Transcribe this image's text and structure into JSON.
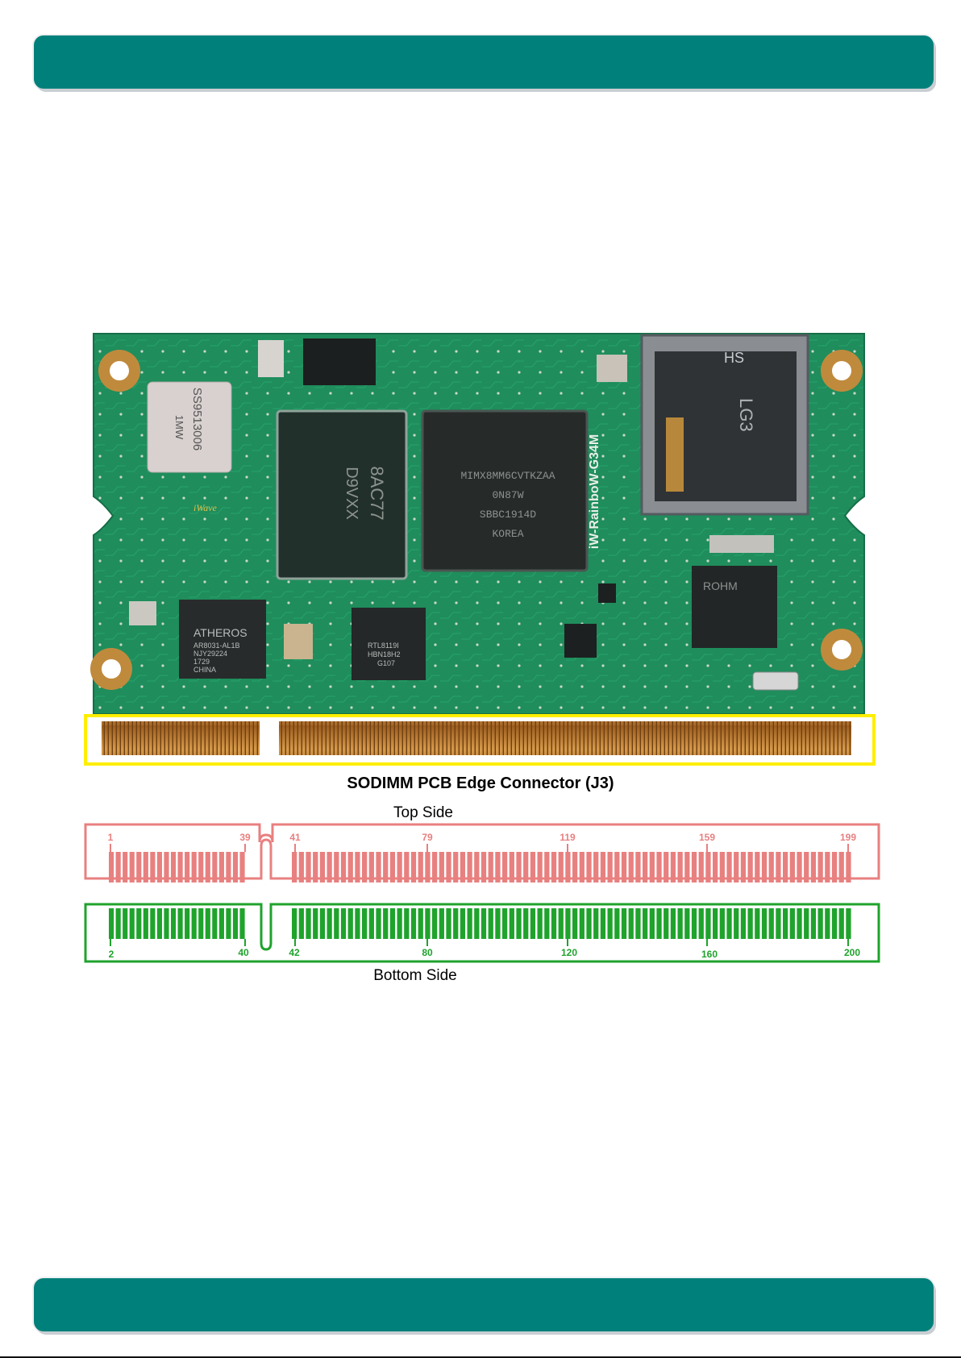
{
  "figure": {
    "caption": "SODIMM PCB Edge Connector (J3)",
    "top_side_label": "Top Side",
    "bottom_side_label": "Bottom Side",
    "board_markings": {
      "wifi_module": "SS9513006",
      "wifi_module_line2": "1MW",
      "memory_chip": "8AC77",
      "memory_chip_line2": "D9VXX",
      "processor_line1": "MIMX8MM6CVTKZAA",
      "processor_line2": "0N87W",
      "processor_line3": "SBBC1914D",
      "processor_line4": "KOREA",
      "ethernet_phy": "ATHEROS",
      "ethernet_phy_line2": "AR8031-AL1B",
      "ethernet_phy_line3": "NJY29224",
      "ethernet_phy_line4": "1729",
      "ethernet_phy_line5": "CHINA",
      "realtek_chip": "RTL8119I",
      "realtek_chip_line2": "HBN18H2",
      "realtek_chip_line3": "G107",
      "pmic": "ROHM",
      "board_name": "iW-RainboW-G34M",
      "card_slot_marking": "LG3",
      "brand": "iWave"
    },
    "top_pin_labels": [
      "1",
      "39",
      "41",
      "79",
      "119",
      "159",
      "199"
    ],
    "bottom_pin_labels": [
      "2",
      "40",
      "42",
      "80",
      "120",
      "160",
      "200"
    ],
    "colors": {
      "band": "#00807a",
      "top_side": "#e88080",
      "bottom_side": "#1fa32c",
      "highlight": "#ffee00",
      "pcb": "#1e8a5a",
      "gold": "#c58a3a"
    }
  }
}
